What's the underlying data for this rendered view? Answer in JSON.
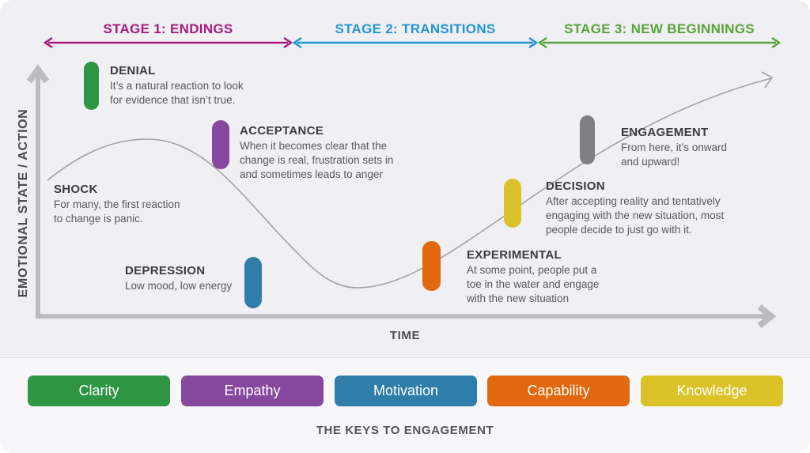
{
  "stages": [
    {
      "label": "STAGE 1: ENDINGS",
      "color": "#a51a7d"
    },
    {
      "label": "STAGE 2: TRANSITIONS",
      "color": "#2196d5"
    },
    {
      "label": "STAGE 3: NEW BEGINNINGS",
      "color": "#57a339"
    }
  ],
  "axes": {
    "y_label": "EMOTIONAL STATE / ACTION",
    "x_label": "TIME"
  },
  "points": [
    {
      "name": "DENIAL",
      "description": "It’s a natural reaction to look\nfor evidence that isn’t true.",
      "color": "#2e9545"
    },
    {
      "name": "ACCEPTANCE",
      "description": "When it becomes clear that the\nchange is real, frustration sets in\nand sometimes leads to anger",
      "color": "#86489f"
    },
    {
      "name": "SHOCK",
      "description": "For many, the first reaction\nto change is panic."
    },
    {
      "name": "DEPRESSION",
      "description": "Low mood, low energy",
      "color": "#2f7ea9"
    },
    {
      "name": "EXPERIMENTAL",
      "description": "At some point, people put a\ntoe in the water and engage\nwith the new situation",
      "color": "#e1680f"
    },
    {
      "name": "DECISION",
      "description": "After accepting reality and tentatively\nengaging with the new situation, most\npeople decide to just go with it.",
      "color": "#dbc228"
    },
    {
      "name": "ENGAGEMENT",
      "description": "From here, it’s onward\nand upward!",
      "color": "#7f7f81"
    }
  ],
  "keys": {
    "title": "THE KEYS TO ENGAGEMENT",
    "buttons": [
      {
        "label": "Clarity",
        "color": "#2e9545"
      },
      {
        "label": "Empathy",
        "color": "#86489f"
      },
      {
        "label": "Motivation",
        "color": "#2f7ea9"
      },
      {
        "label": "Capability",
        "color": "#e1680f"
      },
      {
        "label": "Knowledge",
        "color": "#dbc228"
      }
    ]
  }
}
